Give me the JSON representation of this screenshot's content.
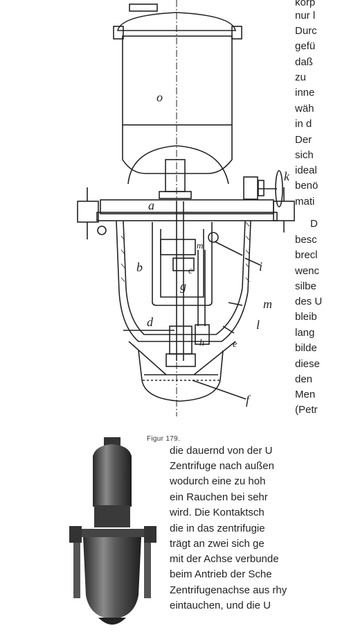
{
  "figure": {
    "caption": "Figur 179.",
    "labels": [
      "o",
      "k",
      "a",
      "m",
      "i",
      "b",
      "c",
      "g",
      "m",
      "d",
      "l",
      "h",
      "e",
      "f"
    ]
  },
  "right_column": [
    "körp",
    "nur l",
    "Durc",
    "gefü",
    "daß",
    "zu",
    "inne",
    "wäh",
    "in d",
    "Der",
    "sich",
    "ideal",
    "benö",
    "mati",
    "D",
    "besc",
    "brecl",
    "wenc",
    "silbe",
    "des U",
    "bleib",
    "lang",
    "bilde",
    "diese",
    "den",
    "Men",
    "(Petr"
  ],
  "bottom_text": [
    "die dauernd von der U",
    "Zentrifuge nach außen",
    "wodurch eine zu hoh",
    "ein Rauchen bei sehr",
    "wird.   Die Kontaktsch",
    "die in das zentrifugie",
    "trägt an zwei sich ge",
    "mit der Achse verbunde",
    "beim Antrieb der Sche",
    "Zentrifugenachse aus rhy",
    "eintauchen, und die U"
  ]
}
